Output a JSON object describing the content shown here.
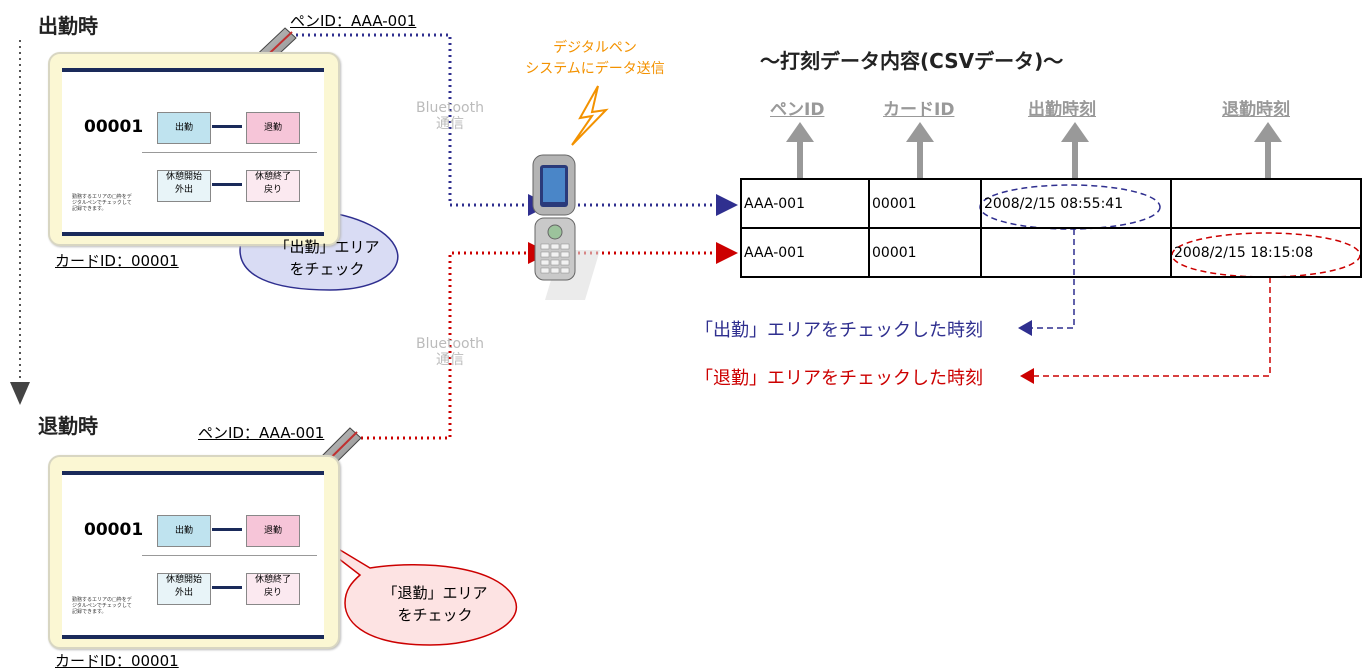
{
  "commute_in": {
    "heading": "出勤時",
    "pen_label": "ペンID：AAA-001",
    "card_label": "カードID：00001",
    "card_number": "00001",
    "btn_in": "出勤",
    "btn_out": "退勤",
    "btn_break_start": "休憩開始\n外出",
    "btn_break_end": "休憩終了\n戻り",
    "fine_print": "勤務するエリアの□枠をデジタルペンでチェックして記録できます。",
    "callout_line1": "「出勤」エリア",
    "callout_line2": "をチェック",
    "bluetooth_line1": "Bluetooth",
    "bluetooth_line2": "通信"
  },
  "commute_out": {
    "heading": "退勤時",
    "pen_label": "ペンID：AAA-001",
    "card_label": "カードID：00001",
    "card_number": "00001",
    "btn_in": "出勤",
    "btn_out": "退勤",
    "btn_break_start": "休憩開始\n外出",
    "btn_break_end": "休憩終了\n戻り",
    "fine_print": "勤務するエリアの□枠をデジタルペンでチェックして記録できます。",
    "callout_line1": "「退勤」エリア",
    "callout_line2": "をチェック",
    "bluetooth_line1": "Bluetooth",
    "bluetooth_line2": "通信"
  },
  "phone": {
    "caption_line1": "デジタルペン",
    "caption_line2": "システムにデータ送信"
  },
  "table": {
    "title": "～打刻データ内容(CSVデータ)～",
    "headers": [
      "ペンID",
      "カードID",
      "出勤時刻",
      "退勤時刻"
    ],
    "rows": [
      [
        "AAA-001",
        "00001",
        "2008/2/15 08:55:41",
        ""
      ],
      [
        "AAA-001",
        "00001",
        "",
        "2008/2/15 18:15:08"
      ]
    ]
  },
  "legend": {
    "in_text": "「出勤」エリアをチェックした時刻",
    "out_text": "「退勤」エリアをチェックした時刻"
  },
  "colors": {
    "in_line": "#2f2f8f",
    "out_line": "#cc0000",
    "in_callout_fill": "#d9dcf4",
    "out_callout_fill": "#fde3e3",
    "accent_orange": "#f39200"
  }
}
